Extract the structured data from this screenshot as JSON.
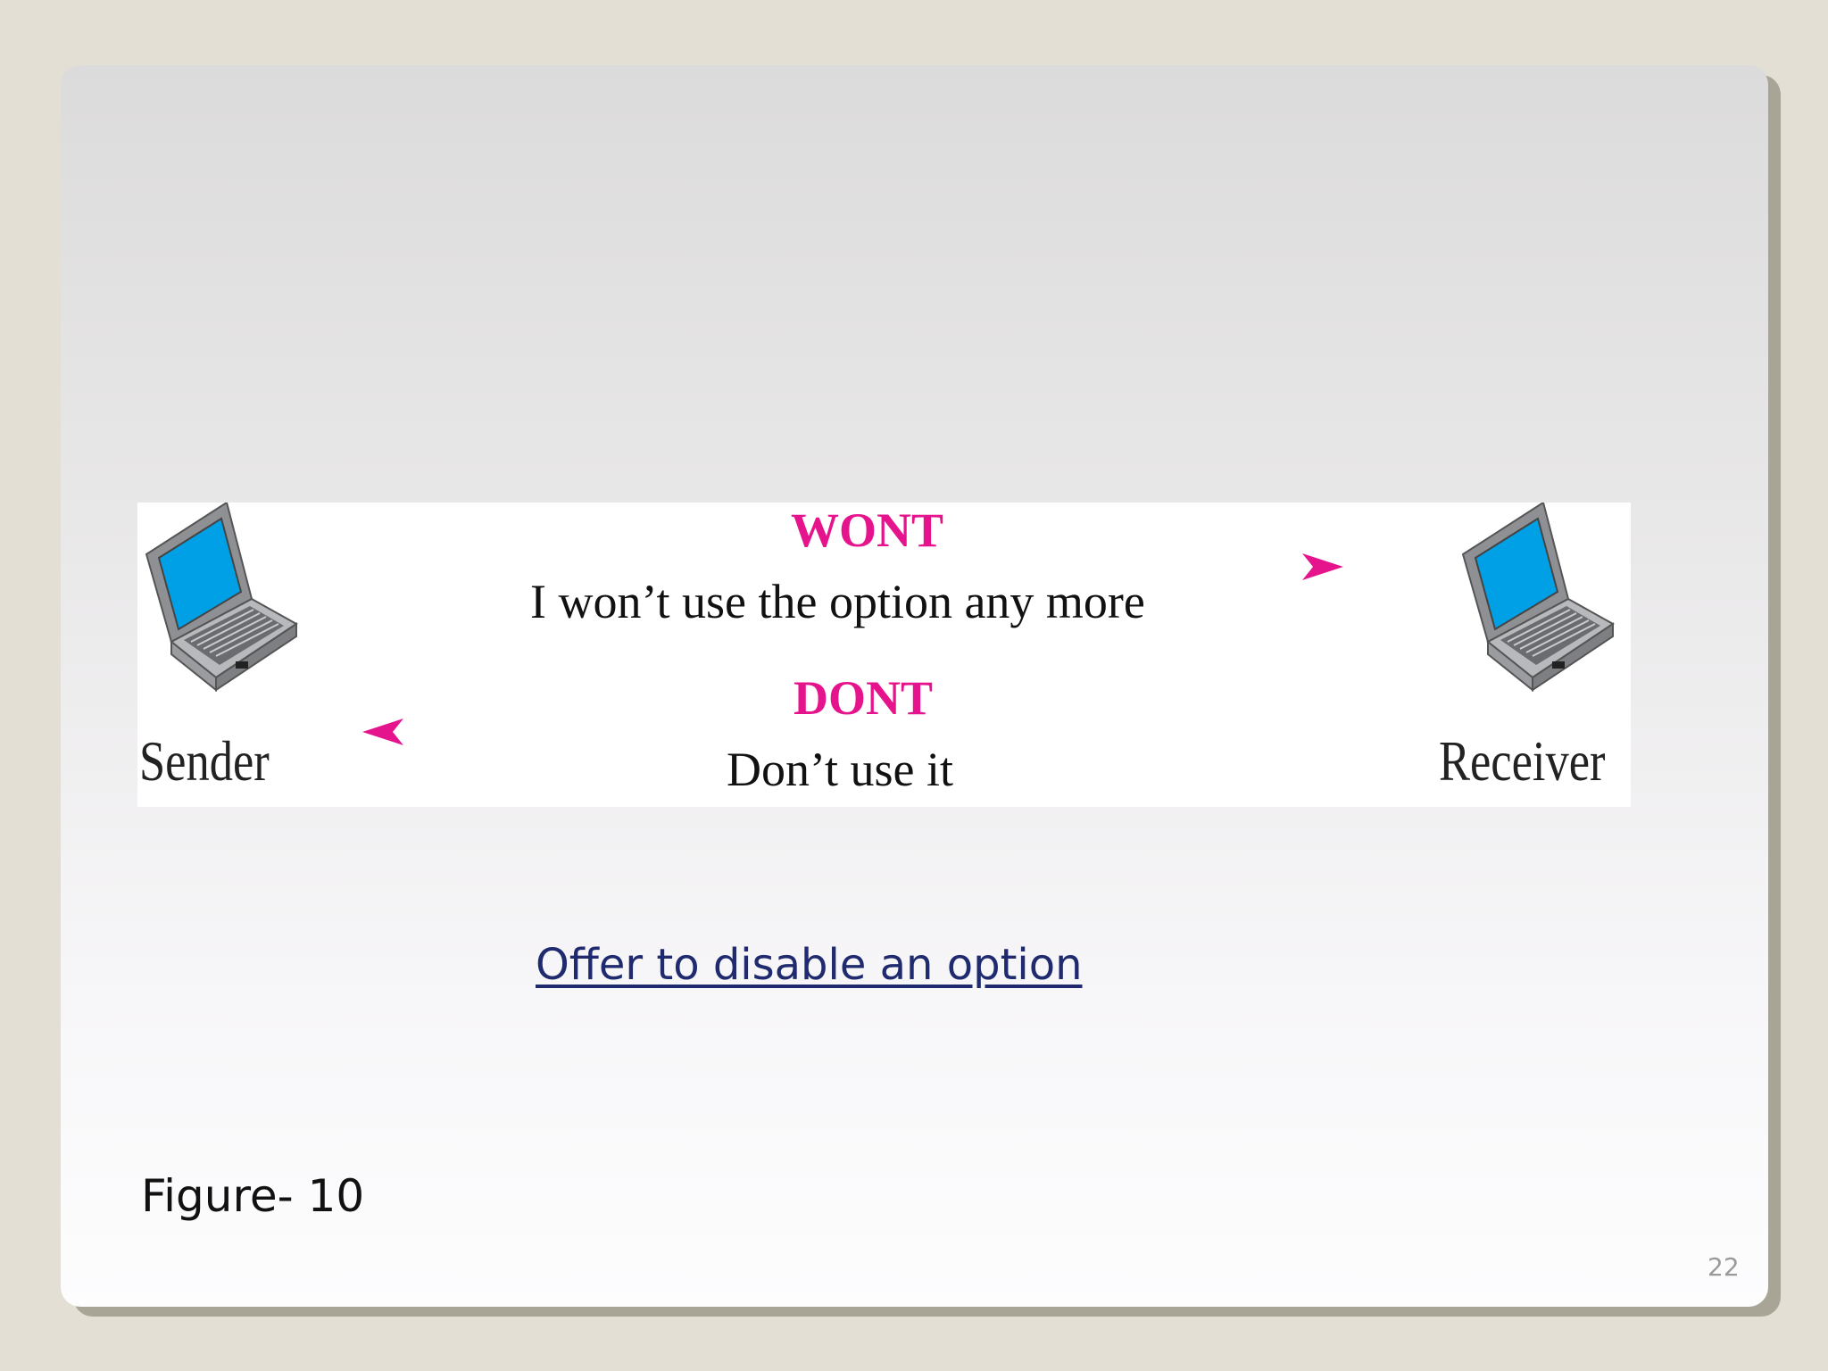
{
  "slide": {
    "figure": {
      "sender_label": "Sender",
      "receiver_label": "Receiver",
      "wont_command": "WONT",
      "wont_description": "I won’t use the option any more",
      "dont_command": "DONT",
      "dont_description": "Don’t use it",
      "icons": [
        "laptop-icon",
        "arrow-right-icon",
        "arrow-left-icon"
      ],
      "command_color": "#e6148c",
      "screen_color": "#00a0e6"
    },
    "caption": "Offer to disable an option",
    "figure_label": "Figure- 10",
    "slide_number": "22",
    "colors": {
      "background": "#e3dfd4",
      "caption_link": "#1f2b6e"
    }
  }
}
